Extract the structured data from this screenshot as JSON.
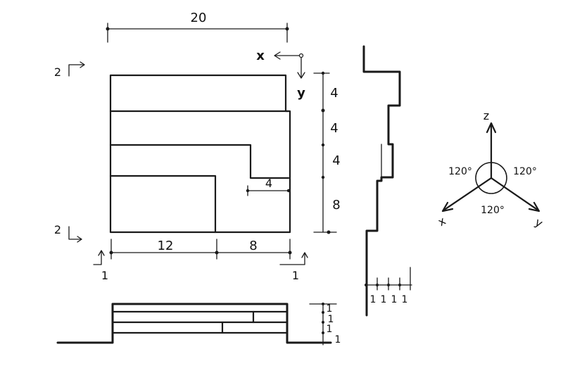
{
  "plan": {
    "dim_top": "20",
    "dim_bottom_left": "12",
    "dim_bottom_right": "8",
    "dim_inner": "4",
    "dims_right": [
      "4",
      "4",
      "4",
      "8"
    ]
  },
  "plan_axes": {
    "x_label": "x",
    "y_label": "y"
  },
  "section_marks": {
    "top_left": "2",
    "bottom_left": "2",
    "left_bottom": "1",
    "right_bottom": "1"
  },
  "front_view": {
    "dims": [
      "1",
      "1",
      "1",
      "1"
    ]
  },
  "side_view": {
    "dims": [
      "1",
      "1",
      "1",
      "1"
    ]
  },
  "iso_axes": {
    "z_label": "z",
    "x_label": "x",
    "y_label": "y",
    "angle_left": "120°",
    "angle_right": "120°",
    "angle_bottom": "120°"
  }
}
